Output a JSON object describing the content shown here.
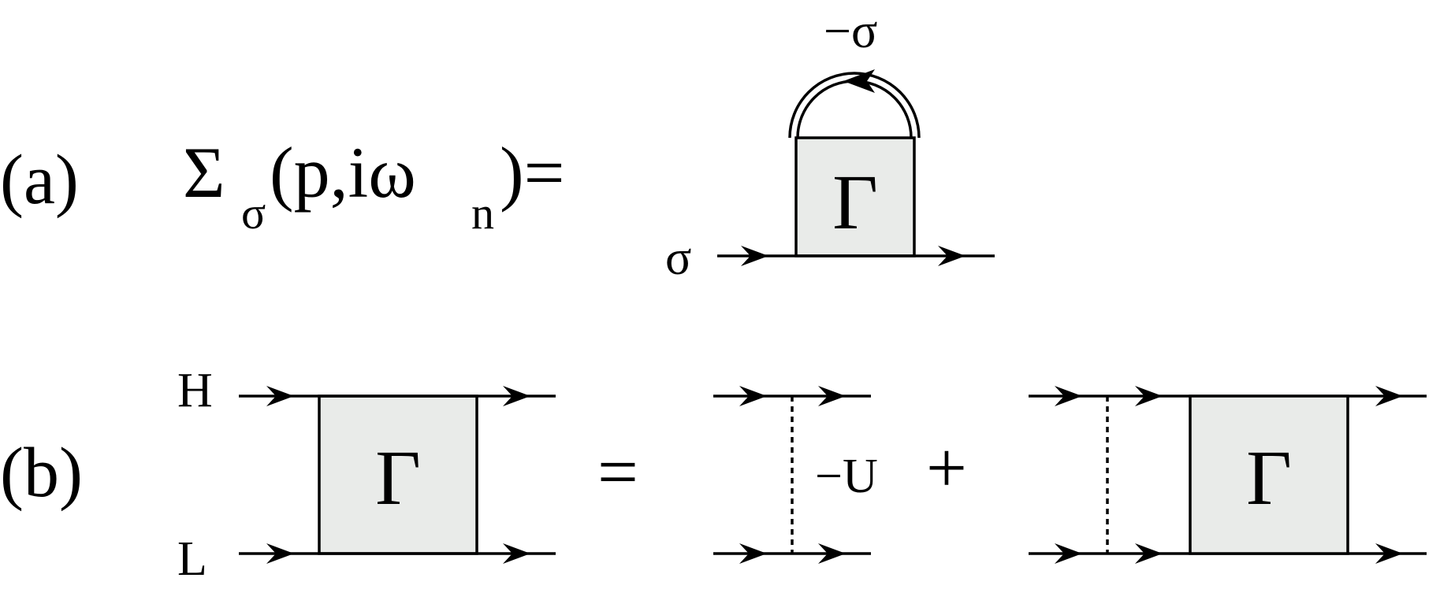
{
  "colors": {
    "line": "#000000",
    "vertex_fill": "#e9ebe9",
    "background": "#ffffff"
  },
  "panel_a": {
    "label": "(a)",
    "sigma_sym": "Σ",
    "sigma_sub": "σ",
    "args": "(p,iω",
    "n_sub": "n",
    "close_equals": ")=",
    "loop_spin": "−σ",
    "incoming_spin": "σ",
    "vertex": "Γ"
  },
  "panel_b": {
    "label": "(b)",
    "top_leg": "H",
    "bottom_leg": "L",
    "vertex_left": "Γ",
    "equals": "=",
    "interaction": "−U",
    "plus": "+",
    "vertex_right": "Γ"
  }
}
